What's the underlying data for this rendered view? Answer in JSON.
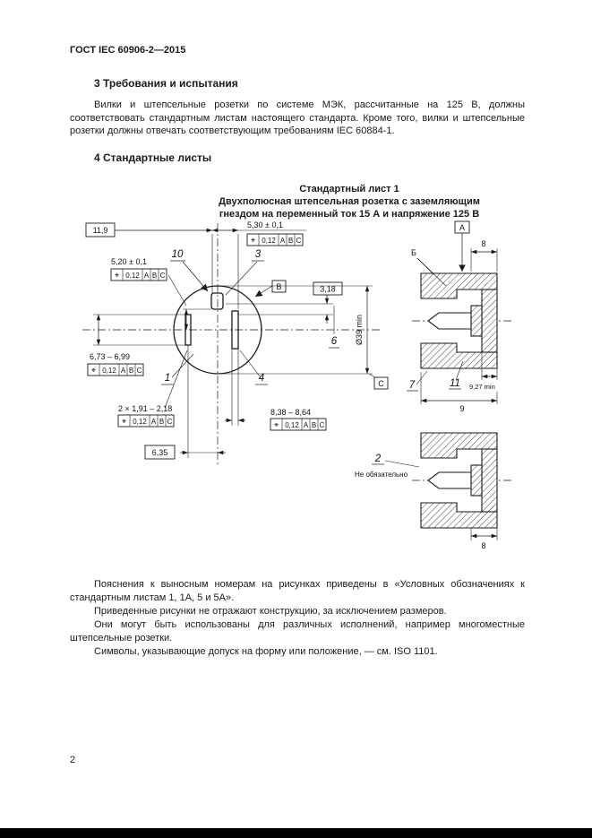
{
  "header": {
    "title": "ГОСТ IEC 60906-2—2015"
  },
  "section3": {
    "title": "3 Требования и испытания",
    "paragraph": "Вилки и штепсельные розетки по системе МЭК, рассчитанные на 125 В, должны соответствовать стандартным листам настоящего стандарта. Кроме того, вилки и штепсельные розетки должны отвечать соответствующим требованиям IEC 60884-1."
  },
  "section4": {
    "title": "4 Стандартные листы"
  },
  "sheet": {
    "title": "Стандартный лист 1",
    "subtitle_line1": "Двухполюсная штепсельная розетка с заземляющим",
    "subtitle_line2": "гнездом на переменный ток 15 А и напряжение 125 В"
  },
  "drawing": {
    "dims": {
      "d119": "11,9",
      "d530": "5,30 ± 0,1",
      "d520": "5,20 ± 0,1",
      "d318": "3,18",
      "d39": "Ø39 min",
      "d673": "6,73 – 6,99",
      "d191": "2 × 1,91 – 2,18",
      "d838": "8,38 – 8,64",
      "d635": "6,35",
      "d8_top": "8",
      "d8_bottom": "8",
      "d927": "9,27 min",
      "d9": "9"
    },
    "fcf": {
      "symbol": "⌖",
      "tolerance": "0,12",
      "datum1": "A",
      "datum2": "B",
      "datum3": "C"
    },
    "datums": {
      "a": "A",
      "b": "B",
      "c": "C"
    },
    "callouts": {
      "c1": "1",
      "c2": "2",
      "c3": "3",
      "c4": "4",
      "c6": "6",
      "c7": "7",
      "c10": "10",
      "c11": "11",
      "b_cyr": "Б"
    },
    "note_optional": "Не обязательно"
  },
  "notes": {
    "n1": "Пояснения к выносным номерам на рисунках приведены в «Условных обозначениях к стандартным листам 1, 1А, 5 и 5А».",
    "n2": "Приведенные рисунки не отражают конструкцию, за исключением размеров.",
    "n3": "Они могут быть использованы для различных исполнений, например многоместные штепсельные розетки.",
    "n4": "Символы, указывающие допуск на форму или положение, — см. ISO 1101."
  },
  "footer": {
    "page_number": "2"
  }
}
